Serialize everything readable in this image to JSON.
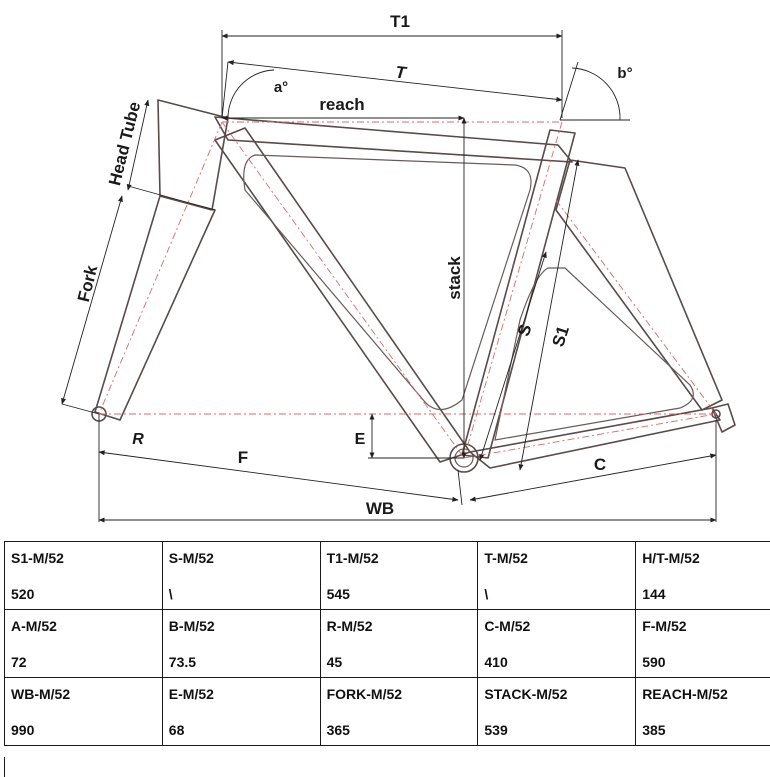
{
  "diagram": {
    "labels": {
      "t1": "T1",
      "t": "T",
      "a": "a°",
      "b": "b°",
      "reach": "reach",
      "head_tube": "Head Tube",
      "fork": "Fork",
      "stack": "stack",
      "s": "S",
      "s1": "S1",
      "e": "E",
      "r": "R",
      "f": "F",
      "c": "C",
      "wb": "WB"
    },
    "colors": {
      "frame_outline": "#5a4a4a",
      "centerline": "#d76b6b",
      "dimension": "#222222"
    }
  },
  "table": {
    "rows": [
      [
        {
          "key": "S1-M/52",
          "value": "520"
        },
        {
          "key": "S-M/52",
          "value": "\\"
        },
        {
          "key": "T1-M/52",
          "value": "545"
        },
        {
          "key": "T-M/52",
          "value": "\\"
        },
        {
          "key": "H/T-M/52",
          "value": "144"
        }
      ],
      [
        {
          "key": "A-M/52",
          "value": "72"
        },
        {
          "key": "B-M/52",
          "value": "73.5"
        },
        {
          "key": "R-M/52",
          "value": "45"
        },
        {
          "key": "C-M/52",
          "value": "410"
        },
        {
          "key": "F-M/52",
          "value": "590"
        }
      ],
      [
        {
          "key": "WB-M/52",
          "value": "990"
        },
        {
          "key": "E-M/52",
          "value": "68"
        },
        {
          "key": "FORK-M/52",
          "value": "365"
        },
        {
          "key": "STACK-M/52",
          "value": "539"
        },
        {
          "key": "REACH-M/52",
          "value": "385"
        }
      ]
    ]
  }
}
